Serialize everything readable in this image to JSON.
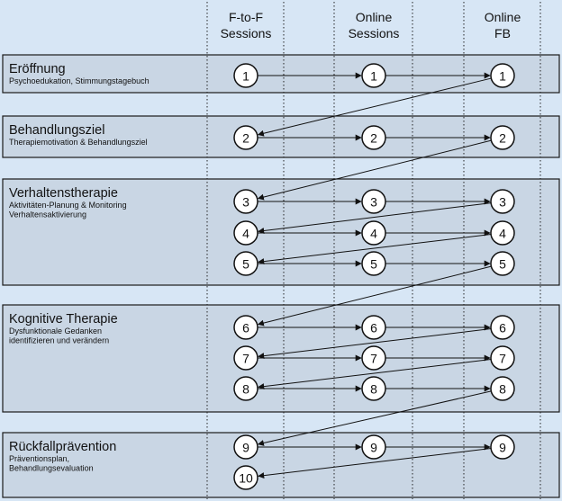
{
  "columns": [
    {
      "id": "ftf",
      "lines": [
        "F-to-F",
        "Sessions"
      ]
    },
    {
      "id": "online",
      "lines": [
        "Online",
        "Sessions"
      ]
    },
    {
      "id": "fb",
      "lines": [
        "Online",
        "FB"
      ]
    }
  ],
  "phases": [
    {
      "title": "Eröffnung",
      "subtitle": [
        "Psychoedukation, Stimmungstagebuch"
      ],
      "sessions": [
        1
      ]
    },
    {
      "title": "Behandlungsziel",
      "subtitle": [
        "Therapiemotivation & Behandlungsziel"
      ],
      "sessions": [
        2
      ]
    },
    {
      "title": "Verhaltenstherapie",
      "subtitle": [
        "Aktivitäten-Planung & Monitoring",
        "Verhaltensaktivierung"
      ],
      "sessions": [
        3,
        4,
        5
      ]
    },
    {
      "title": "Kognitive Therapie",
      "subtitle": [
        "Dysfunktionale Gedanken",
        "identifizieren und verändern"
      ],
      "sessions": [
        6,
        7,
        8
      ]
    },
    {
      "title": "Rückfallprävention",
      "subtitle": [
        "Präventionsplan,",
        "Behandlungsevaluation"
      ],
      "sessions": [
        9
      ]
    }
  ],
  "final_session": 10,
  "colors": {
    "background": "#d7e6f5",
    "band": "#c9d6e4",
    "node": "#ffffff",
    "ink": "#111111"
  }
}
